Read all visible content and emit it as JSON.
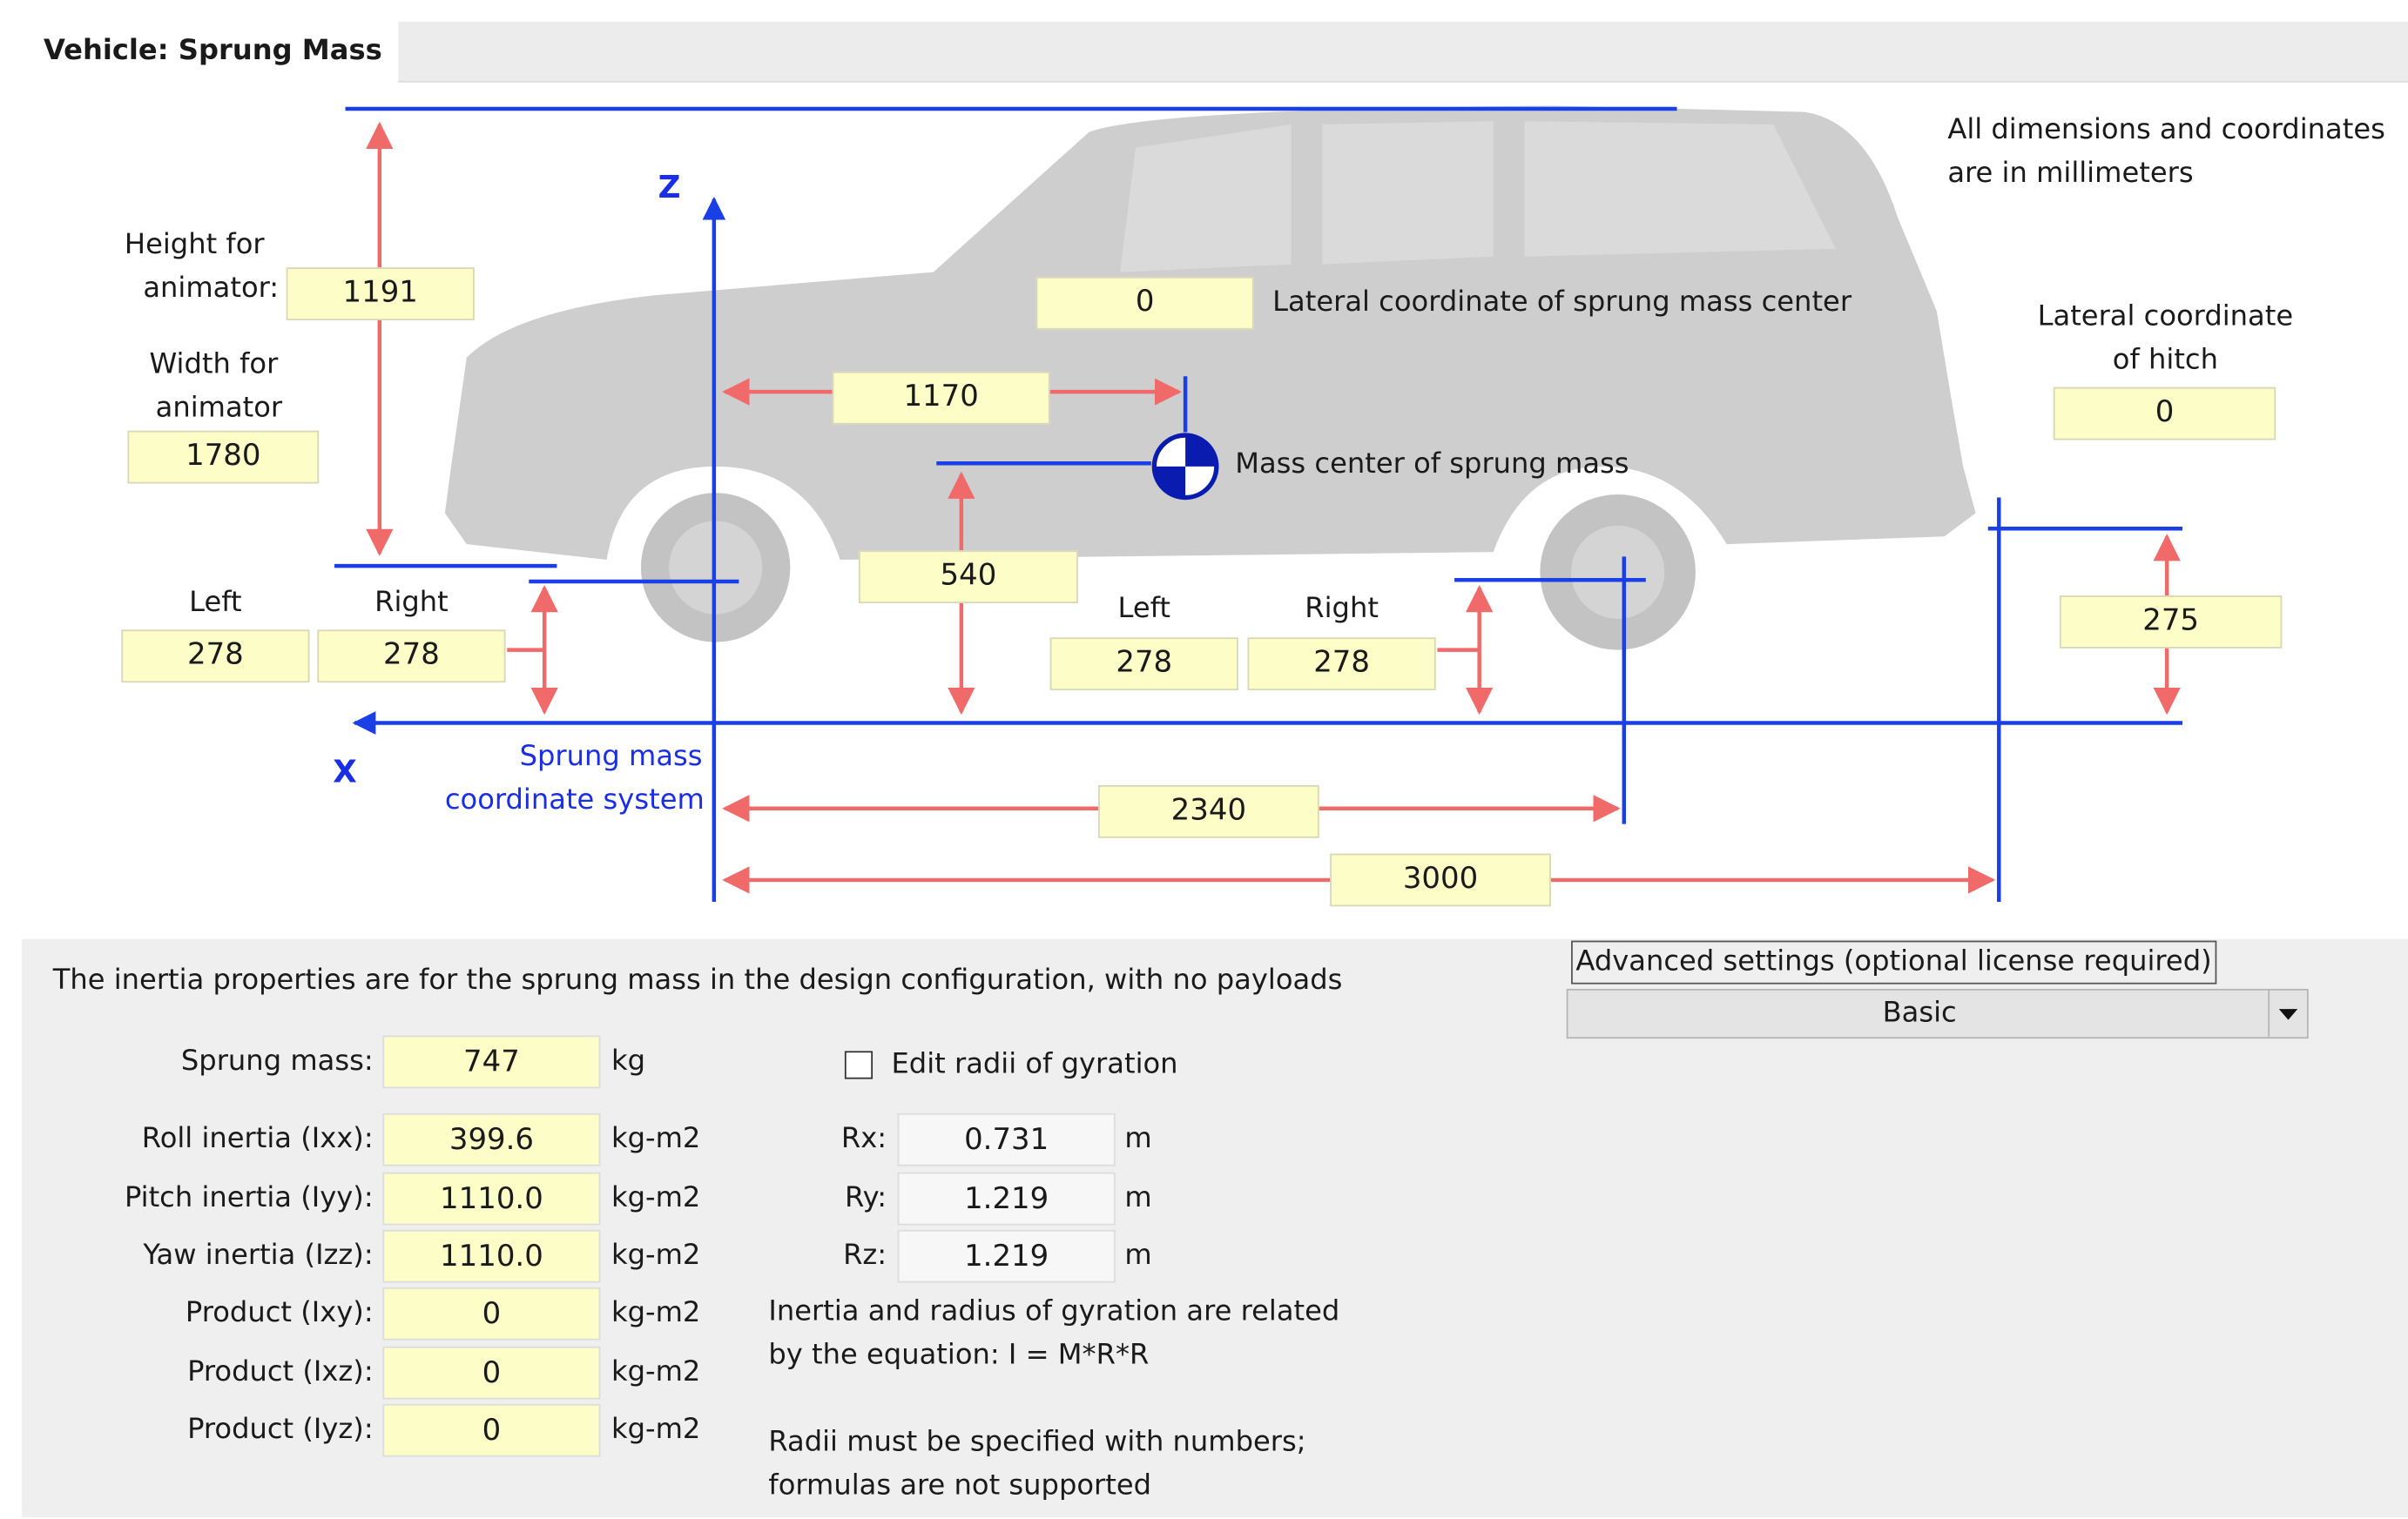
{
  "title": "Vehicle: Sprung Mass",
  "diagram": {
    "units_note_1": "All dimensions and coordinates",
    "units_note_2": "are in millimeters",
    "axis_z": "Z",
    "axis_x": "X",
    "height_label_1": "Height for",
    "height_label_2": "animator:",
    "height_value": "1191",
    "width_label_1": "Width for",
    "width_label_2": "animator",
    "width_value": "1780",
    "lateral_cg_value": "0",
    "lateral_cg_label": "Lateral coordinate of sprung mass center",
    "cg_x_value": "1170",
    "cg_label": "Mass center of sprung mass",
    "cg_z_value": "540",
    "hitch_label_1": "Lateral coordinate",
    "hitch_label_2": "of hitch",
    "hitch_lateral_value": "0",
    "front_left_label": "Left",
    "front_right_label": "Right",
    "front_left_value": "278",
    "front_right_value": "278",
    "rear_left_label": "Left",
    "rear_right_label": "Right",
    "rear_left_value": "278",
    "rear_right_value": "278",
    "hitch_height_value": "275",
    "coord_sys_1": "Sprung mass",
    "coord_sys_2": "coordinate system",
    "wheelbase_value": "2340",
    "hitch_x_value": "3000"
  },
  "inertia": {
    "note": "The inertia properties are for the sprung mass in the design configuration, with no payloads",
    "rows": [
      {
        "label": "Sprung mass:",
        "value": "747",
        "unit": "kg"
      },
      {
        "label": "Roll inertia (Ixx):",
        "value": "399.6",
        "unit": "kg-m2"
      },
      {
        "label": "Pitch inertia (Iyy):",
        "value": "1110.0",
        "unit": "kg-m2"
      },
      {
        "label": "Yaw inertia (Izz):",
        "value": "1110.0",
        "unit": "kg-m2"
      },
      {
        "label": "Product (Ixy):",
        "value": "0",
        "unit": "kg-m2"
      },
      {
        "label": "Product (Ixz):",
        "value": "0",
        "unit": "kg-m2"
      },
      {
        "label": "Product (Iyz):",
        "value": "0",
        "unit": "kg-m2"
      }
    ],
    "edit_radii_label": "Edit radii of gyration",
    "edit_radii_checked": false,
    "radii": [
      {
        "label": "Rx:",
        "value": "0.731",
        "unit": "m"
      },
      {
        "label": "Ry:",
        "value": "1.219",
        "unit": "m"
      },
      {
        "label": "Rz:",
        "value": "1.219",
        "unit": "m"
      }
    ],
    "eq_note_1": "Inertia and radius of gyration are related",
    "eq_note_2": "by the equation: I = M*R*R",
    "radii_note_1": "Radii must be specified with numbers;",
    "radii_note_2": "formulas are not supported"
  },
  "advanced": {
    "label": "Advanced settings (optional license required)",
    "selected": "Basic"
  },
  "colors": {
    "axis_blue": "#1a3fe6",
    "dimension_red": "#f06a6a",
    "field_yellow": "#fdfdc8",
    "panel_grey": "#efefef"
  }
}
